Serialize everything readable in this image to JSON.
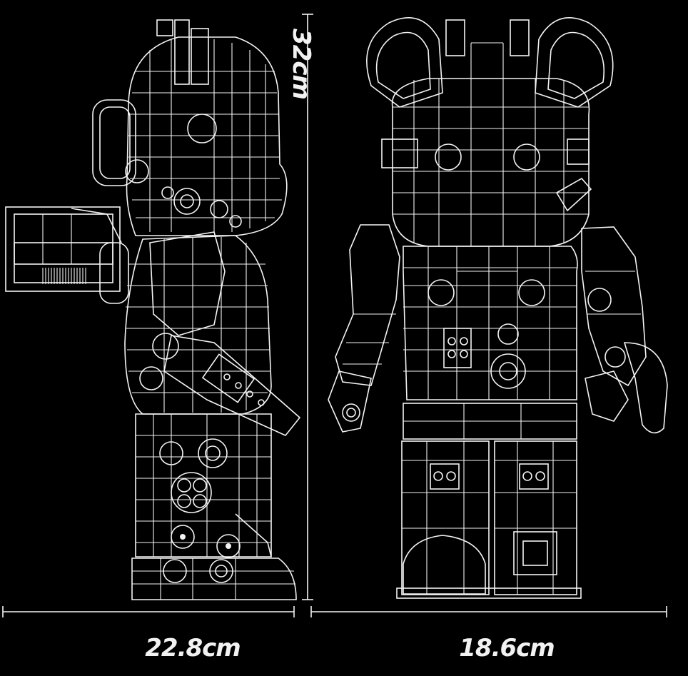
{
  "dimensions": {
    "side_width": "22.8cm",
    "front_width": "18.6cm",
    "height": "32cm"
  },
  "colors": {
    "background": "#000000",
    "lines": "#f4f4f4"
  }
}
